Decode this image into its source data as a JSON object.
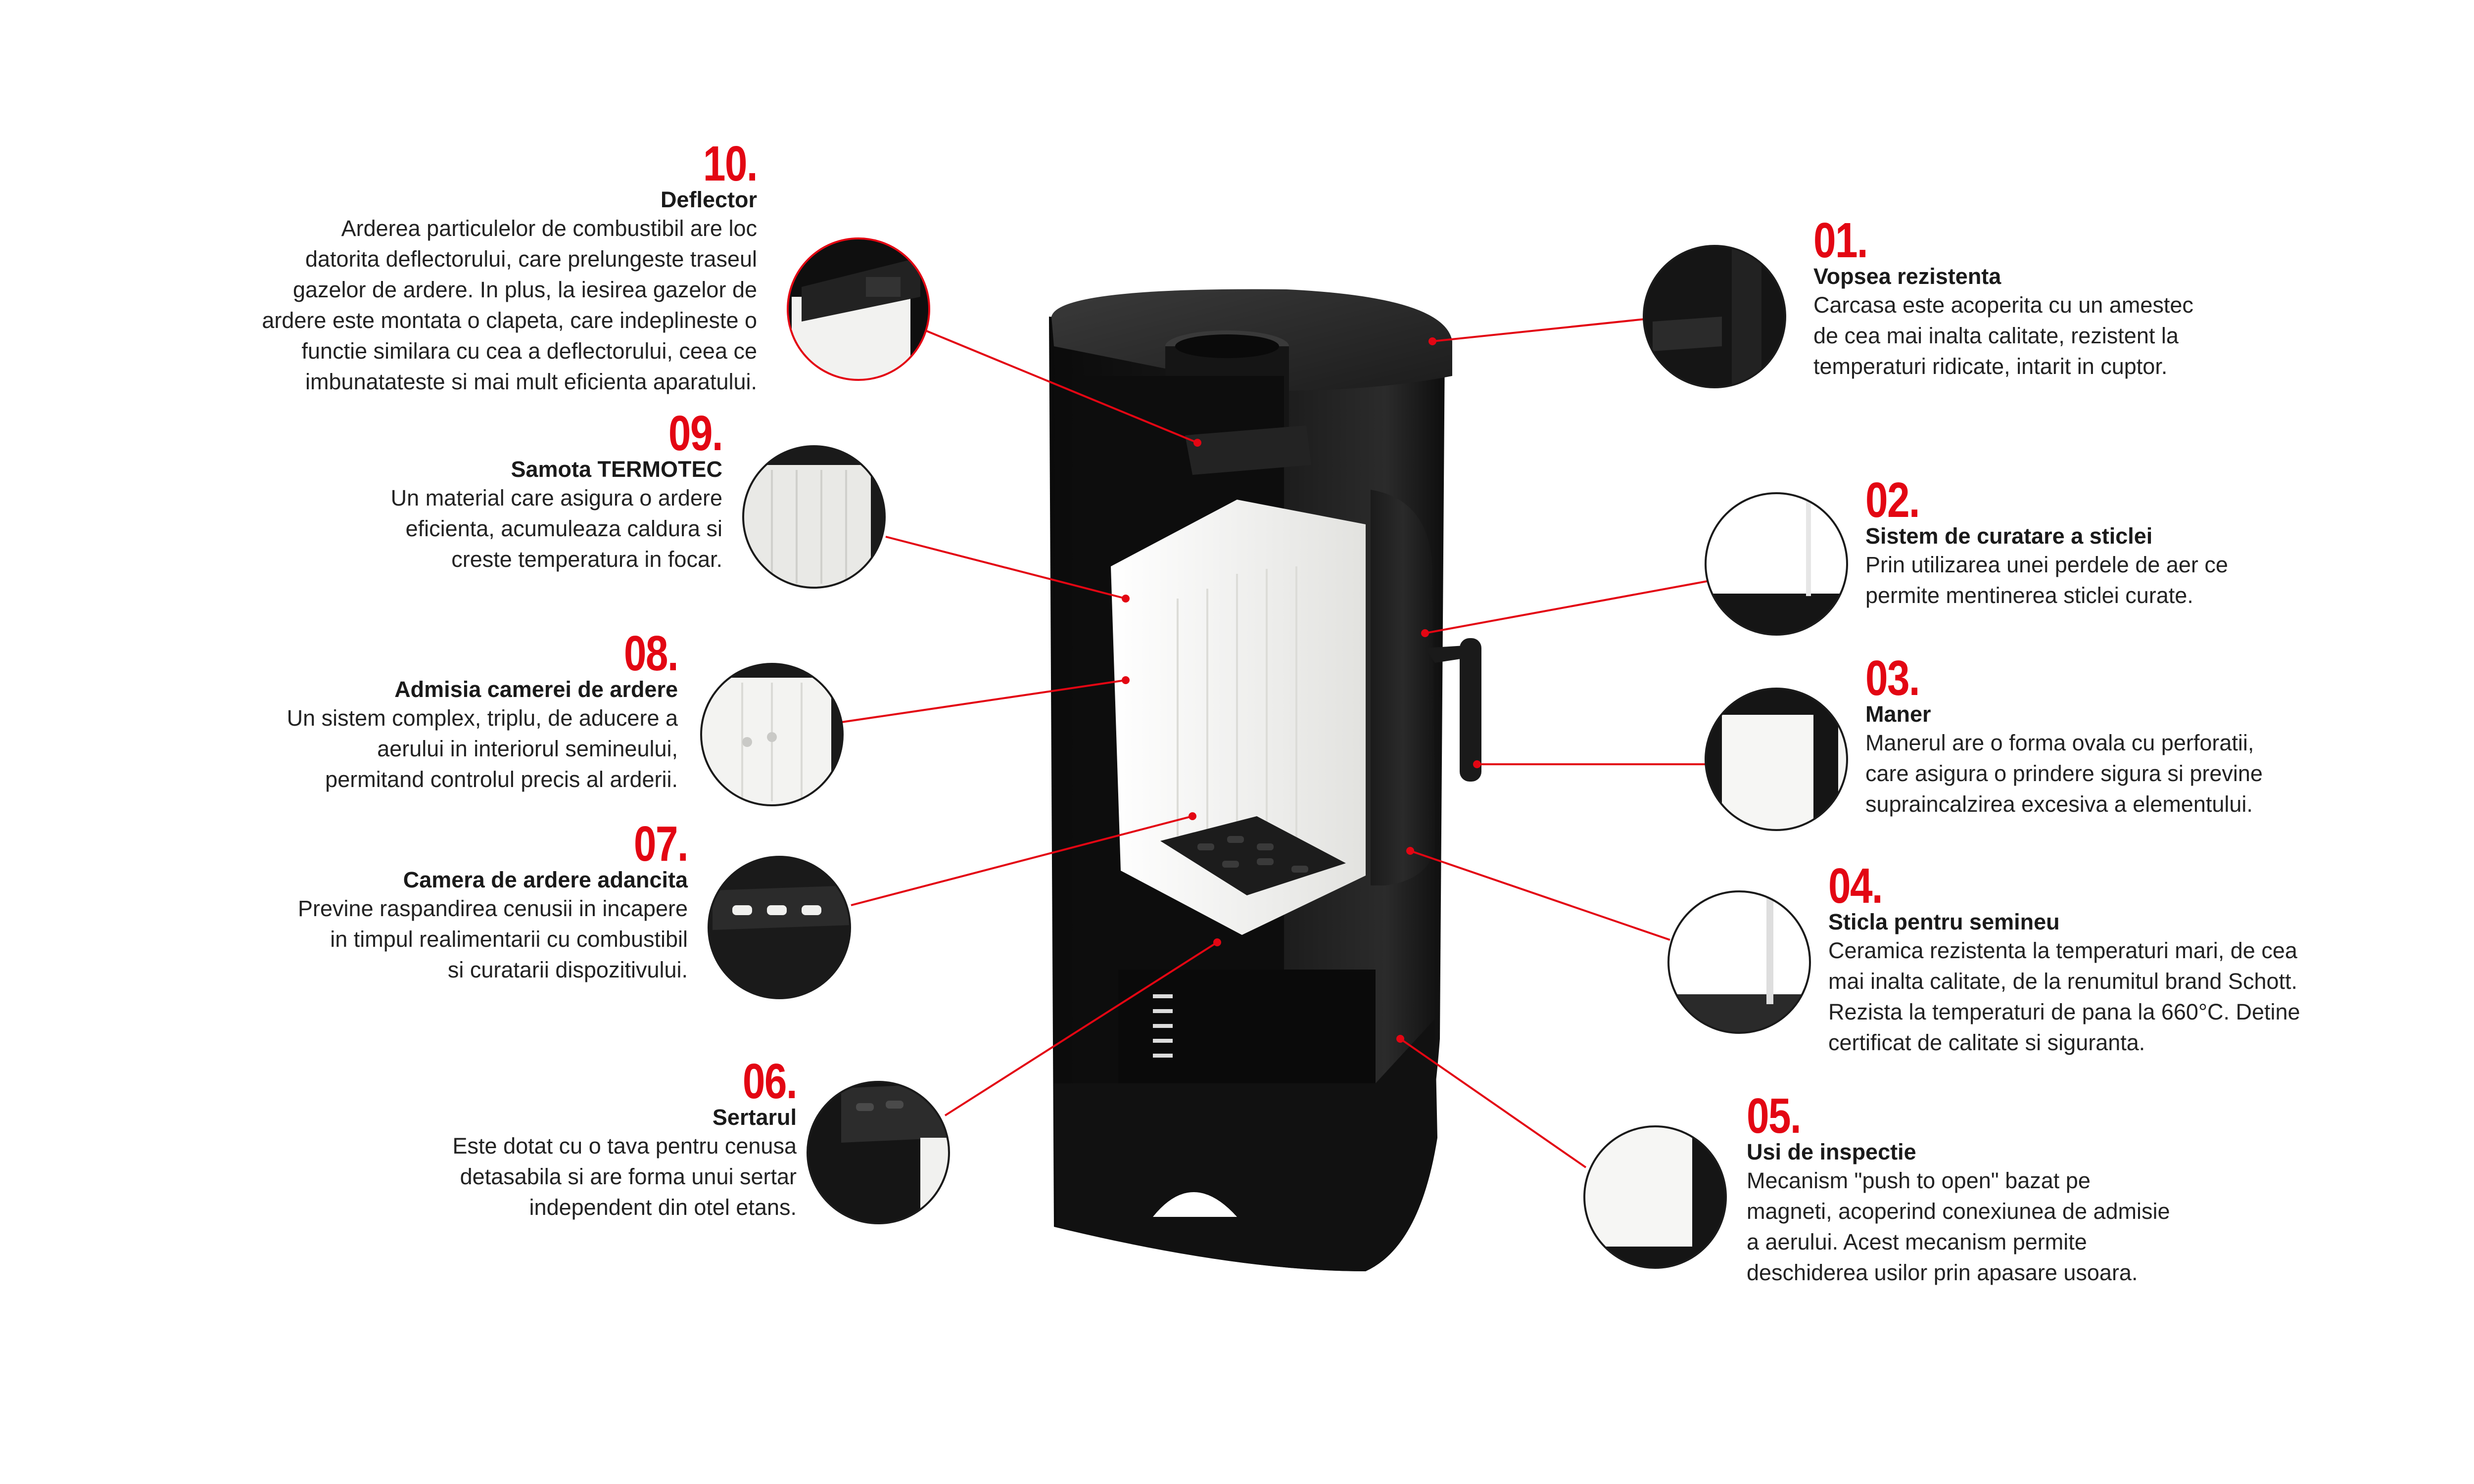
{
  "colors": {
    "accent": "#e30613",
    "stove_body": "#131313",
    "stove_top": "#2a2a2a",
    "chamotte": "#f1f1ee",
    "text": "#1a1a1a"
  },
  "features": [
    {
      "id": "f10",
      "number": "10.",
      "title": "Deflector",
      "lines": [
        "Arderea particulelor de combustibil are loc",
        "datorita deflectorului, care prelungeste traseul",
        "gazelor de ardere. In plus, la iesirea gazelor de",
        "ardere este montata o clapeta, care indeplineste o",
        "functie similara cu cea a deflectorului, ceea ce",
        "imbunatateste si mai mult eficienta aparatului."
      ],
      "icon": "deflector-detail-icon"
    },
    {
      "id": "f09",
      "number": "09.",
      "title": "Samota TERMOTEC",
      "lines": [
        "Un material care asigura o ardere",
        "eficienta, acumuleaza caldura si",
        "creste temperatura in focar."
      ],
      "icon": "chamotte-detail-icon"
    },
    {
      "id": "f08",
      "number": "08.",
      "title": "Admisia camerei de ardere",
      "lines": [
        "Un sistem complex, triplu, de aducere a",
        "aerului in interiorul semineului,",
        "permitand controlul precis al arderii."
      ],
      "icon": "air-intake-detail-icon"
    },
    {
      "id": "f07",
      "number": "07.",
      "title": "Camera de ardere adancita",
      "lines": [
        "Previne raspandirea cenusii in incapere",
        "in timpul realimentarii cu combustibil",
        "si curatarii dispozitivului."
      ],
      "icon": "grate-detail-icon"
    },
    {
      "id": "f06",
      "number": "06.",
      "title": "Sertarul",
      "lines": [
        "Este dotat cu o tava pentru cenusa",
        "detasabila si are forma unui sertar",
        "independent din otel etans."
      ],
      "icon": "ash-drawer-detail-icon"
    },
    {
      "id": "f01",
      "number": "01.",
      "title": "Vopsea rezistenta",
      "lines": [
        "Carcasa este acoperita cu un amestec",
        "de cea mai inalta calitate, rezistent la",
        "temperaturi ridicate, intarit in cuptor."
      ],
      "icon": "paint-detail-icon"
    },
    {
      "id": "f02",
      "number": "02.",
      "title": "Sistem de curatare a sticlei",
      "lines": [
        "Prin utilizarea unei perdele de aer ce",
        "permite mentinerea sticlei curate."
      ],
      "icon": "glass-cleaning-detail-icon"
    },
    {
      "id": "f03",
      "number": "03.",
      "title": "Maner",
      "lines": [
        "Manerul are o forma ovala cu perforatii,",
        "care asigura o prindere sigura si previne",
        "supraincalzirea excesiva a elementului."
      ],
      "icon": "handle-detail-icon"
    },
    {
      "id": "f04",
      "number": "04.",
      "title": "Sticla pentru semineu",
      "lines": [
        "Ceramica rezistenta la temperaturi mari, de cea",
        "mai inalta calitate, de la renumitul brand Schott.",
        "Rezista la temperaturi de pana la 660°C. Detine",
        "certificat de calitate si siguranta."
      ],
      "icon": "glass-detail-icon"
    },
    {
      "id": "f05",
      "number": "05.",
      "title": "Usi de inspectie",
      "lines": [
        "Mecanism \"push to open\" bazat pe",
        "magneti, acoperind conexiunea de admisie",
        "a aerului. Acest mecanism permite",
        "deschiderea usilor prin apasare usoara."
      ],
      "icon": "inspection-door-detail-icon"
    }
  ]
}
